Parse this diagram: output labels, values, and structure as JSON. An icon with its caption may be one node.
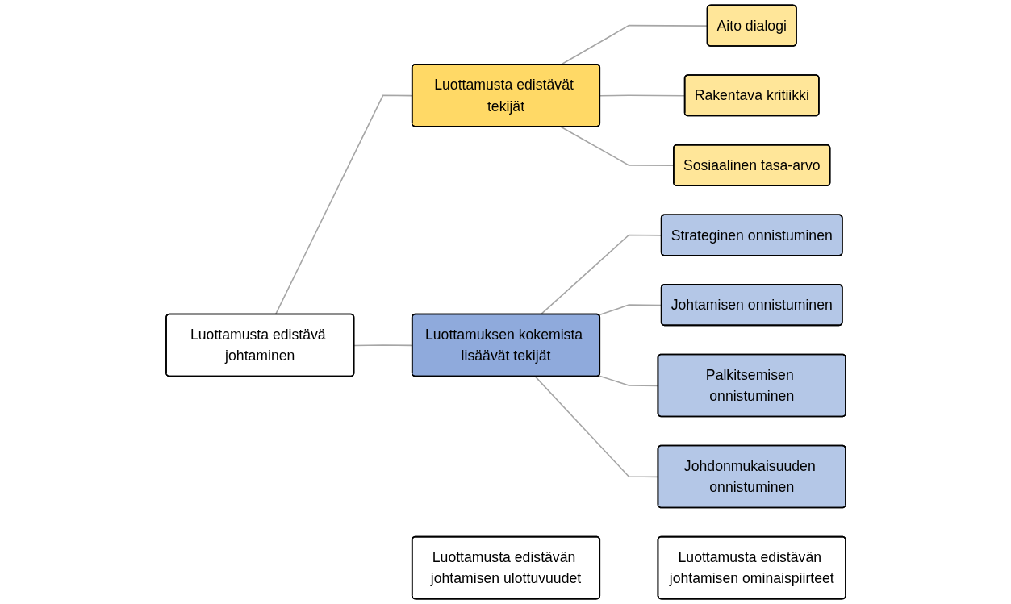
{
  "diagram": {
    "nodes": [
      {
        "text": [
          "Luottamusta edistävän johtamisen ulottuvuudet"
        ]
      },
      {
        "text": [
          "Luottamusta edistävän johtamisen ominaispiirteet"
        ]
      },
      {
        "text": [
          "Luottamusta edistävä johtaminen"
        ]
      },
      {
        "text": [
          "Luottamusta edistävät tekijät"
        ]
      },
      {
        "text": [
          "Aito dialogi"
        ]
      },
      {
        "text": [
          "Rakentava kritiikki"
        ]
      },
      {
        "text": [
          "Sosiaalinen tasa-arvo"
        ]
      },
      {
        "text": [
          "Luottamuksen kokemista lisäävät tekijät"
        ]
      },
      {
        "text": [
          "Strateginen onnistuminen"
        ]
      },
      {
        "text": [
          "Johtamisen onnistuminen"
        ]
      },
      {
        "text": [
          "Palkitsemisen onnistuminen"
        ]
      },
      {
        "text": [
          "Johdonmukaisuuden onnistuminen"
        ]
      }
    ],
    "edges": [
      {
        "from": 2,
        "to": 3,
        "arrow": "none"
      },
      {
        "from": 2,
        "to": 7,
        "arrow": "none"
      },
      {
        "from": 3,
        "to": 4,
        "arrow": "none"
      },
      {
        "from": 3,
        "to": 5,
        "arrow": "none"
      },
      {
        "from": 3,
        "to": 6,
        "arrow": "none"
      },
      {
        "from": 7,
        "to": 8,
        "arrow": "none"
      },
      {
        "from": 7,
        "to": 9,
        "arrow": "none"
      },
      {
        "from": 7,
        "to": 10,
        "arrow": "none"
      },
      {
        "from": 7,
        "to": 11,
        "arrow": "none"
      }
    ]
  }
}
